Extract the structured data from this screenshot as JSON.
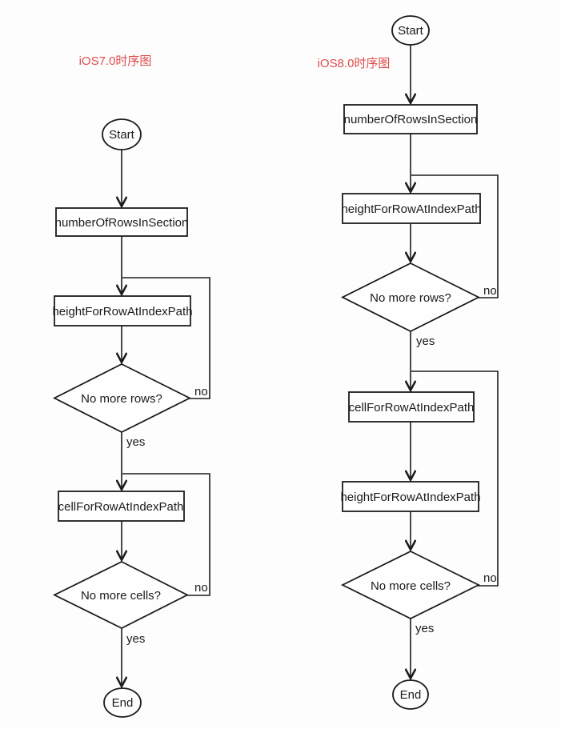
{
  "canvas": {
    "background": "#fdfdfd",
    "line_color": "#1c1c1c",
    "title_color": "#e04b4b"
  },
  "charts": [
    {
      "id": "ios7",
      "title": "iOS7.0时序图",
      "nodes": {
        "start": "Start",
        "number_of_rows": "numberOfRowsInSection",
        "height_for_row": "heightForRowAtIndexPath",
        "no_more_rows": "No more rows?",
        "cell_for_row": "cellForRowAtIndexPath",
        "no_more_cells": "No more cells?",
        "end": "End"
      },
      "branches": {
        "rows_yes": "yes",
        "rows_no": "no",
        "cells_yes": "yes",
        "cells_no": "no"
      },
      "flow": [
        "Start -> numberOfRowsInSection",
        "numberOfRowsInSection -> heightForRowAtIndexPath",
        "heightForRowAtIndexPath -> No more rows?",
        "No more rows? --no--> heightForRowAtIndexPath",
        "No more rows? --yes--> cellForRowAtIndexPath",
        "cellForRowAtIndexPath -> No more cells?",
        "No more cells? --no--> cellForRowAtIndexPath",
        "No more cells? --yes--> End"
      ]
    },
    {
      "id": "ios8",
      "title": "iOS8.0时序图",
      "nodes": {
        "start": "Start",
        "number_of_rows": "numberOfRowsInSection",
        "height_for_row": "heightForRowAtIndexPath",
        "no_more_rows": "No more rows?",
        "cell_for_row": "cellForRowAtIndexPath",
        "height_for_row_2": "heightForRowAtIndexPath",
        "no_more_cells": "No more cells?",
        "end": "End"
      },
      "branches": {
        "rows_yes": "yes",
        "rows_no": "no",
        "cells_yes": "yes",
        "cells_no": "no"
      },
      "flow": [
        "Start -> numberOfRowsInSection",
        "numberOfRowsInSection -> heightForRowAtIndexPath",
        "heightForRowAtIndexPath -> No more rows?",
        "No more rows? --no--> heightForRowAtIndexPath",
        "No more rows? --yes--> cellForRowAtIndexPath",
        "cellForRowAtIndexPath -> heightForRowAtIndexPath",
        "heightForRowAtIndexPath -> No more cells?",
        "No more cells? --no--> cellForRowAtIndexPath",
        "No more cells? --yes--> End"
      ]
    }
  ]
}
